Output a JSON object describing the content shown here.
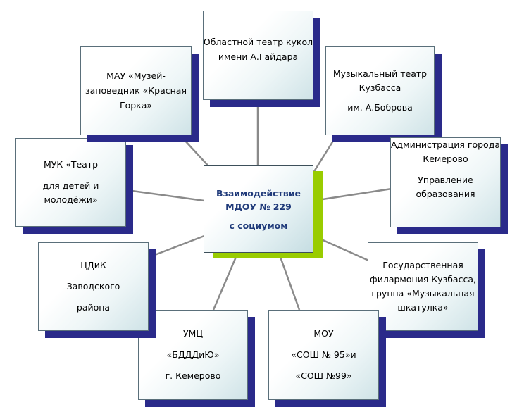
{
  "center": {
    "lines": [
      "Взаимодействие",
      "МДОУ № 229",
      "с социумом"
    ]
  },
  "nodes": [
    {
      "id": "puppet-theatre",
      "lines": [
        "Областной театр кукол",
        "имени А.Гайдара"
      ]
    },
    {
      "id": "musical-theatre",
      "lines": [
        "Музыкальный театр",
        "Кузбасса",
        "им. А.Боброва"
      ]
    },
    {
      "id": "administration",
      "lines": [
        "Администрация города",
        "Кемерово",
        "Управление",
        "образования"
      ]
    },
    {
      "id": "philharmonic",
      "lines": [
        "Государственная",
        "филармония Кузбасса,",
        "группа «Музыкальная",
        "шкатулка»"
      ]
    },
    {
      "id": "school",
      "lines": [
        "МОУ",
        "«СОШ № 95»и",
        "«СОШ №99»"
      ]
    },
    {
      "id": "umc",
      "lines": [
        "УМЦ",
        "«БДДДиЮ»",
        "г. Кемерово"
      ]
    },
    {
      "id": "cdik",
      "lines": [
        "ЦДиК",
        "Заводского",
        "района"
      ]
    },
    {
      "id": "youth-theatre",
      "lines": [
        "МУК «Театр",
        "для детей и",
        "молодёжи»"
      ]
    },
    {
      "id": "museum",
      "lines": [
        "МАУ «Музей-",
        "заповедник «Красная",
        "Горка»"
      ]
    }
  ]
}
